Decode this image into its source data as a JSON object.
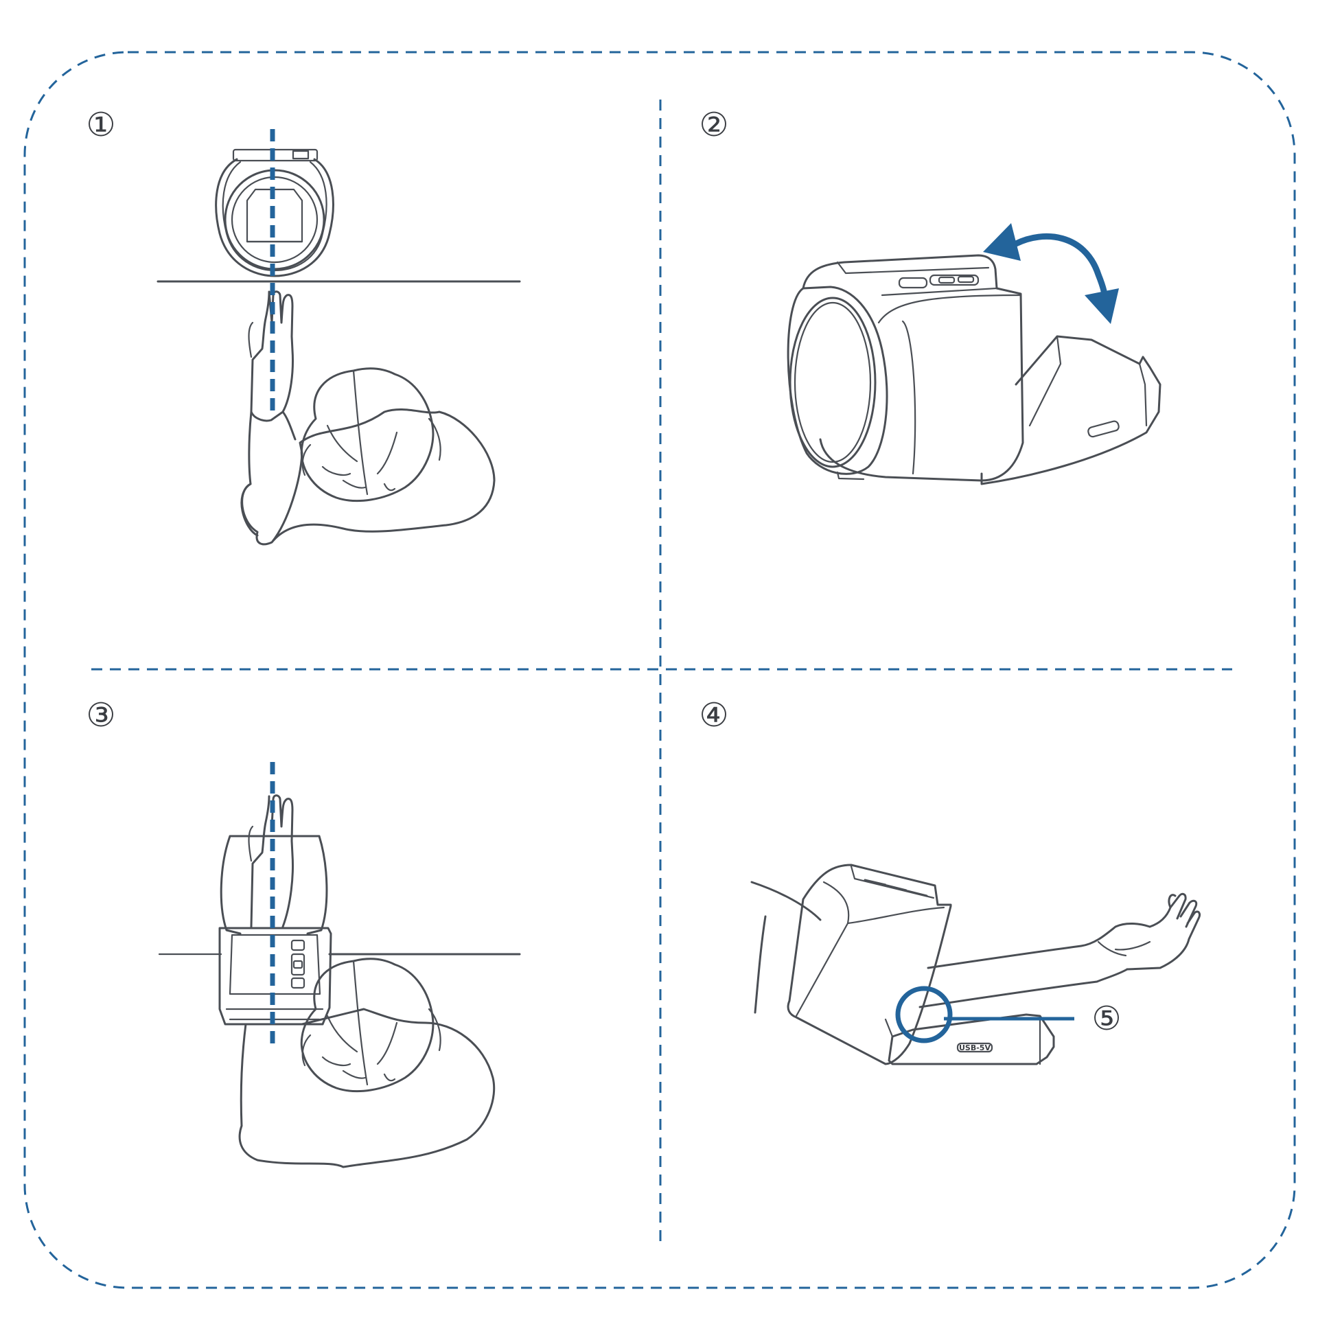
{
  "colors": {
    "accent_blue": "#23649b",
    "line_ink": "#4a4e54",
    "label_ink": "#3a3d42",
    "background": "#ffffff"
  },
  "steps": [
    {
      "label": "①"
    },
    {
      "label": "②"
    },
    {
      "label": "③"
    },
    {
      "label": "④"
    }
  ],
  "callout": {
    "label": "⑤"
  },
  "device": {
    "port_label": "USB-5V"
  }
}
